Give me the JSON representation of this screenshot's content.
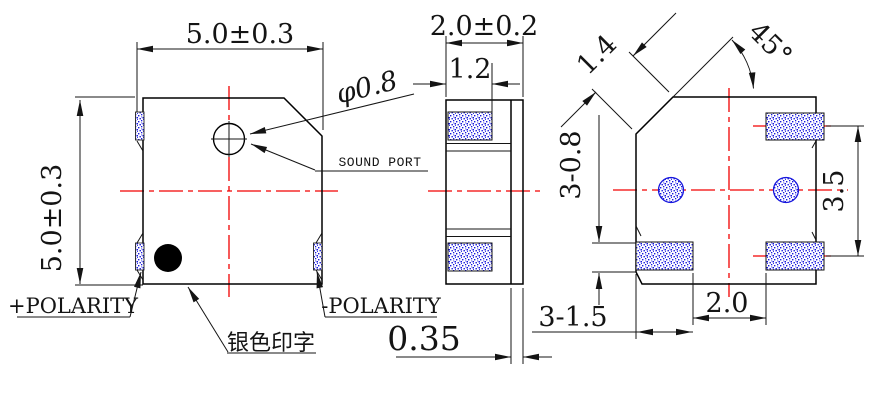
{
  "drawing": {
    "top_view": {
      "width_dim": "5.0±0.3",
      "height_dim": "5.0±0.3",
      "hole_dia": "φ0.8",
      "hole_label": "SOUND PORT",
      "positive_label": "+POLARITY",
      "negative_label": "-POLARITY",
      "print_label": "银色印字"
    },
    "side_view": {
      "width_dim": "2.0±0.2",
      "pad_dim": "1.2",
      "wall_dim": "0.35"
    },
    "bottom_view": {
      "chamfer_dim": "1.4",
      "chamfer_angle": "45°",
      "pad_height_dim": "3-0.8",
      "pad_pitch_dim": "3.5",
      "pad_gap_dim": "2.0",
      "pad_width_dim": "3-1.5"
    },
    "colors": {
      "line": "#000000",
      "centerline": "#ff0000",
      "pad_speckle": "#1616dd"
    }
  }
}
